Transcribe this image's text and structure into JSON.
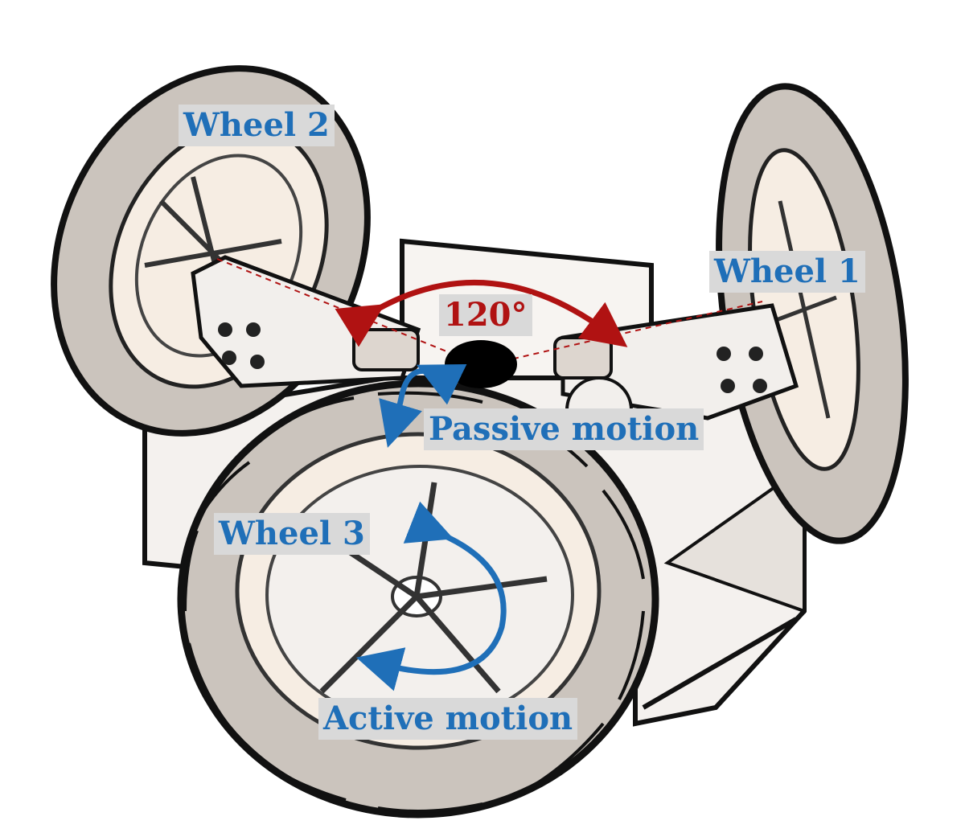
{
  "labels": {
    "wheel1": "Wheel 1",
    "wheel2": "Wheel 2",
    "wheel3": "Wheel 3",
    "angle": "120°",
    "passive": "Passive motion",
    "active": "Active motion"
  },
  "colors": {
    "blue": "#1f6fb8",
    "red": "#b01212",
    "label_bg": "#d9d9d9",
    "outline": "#111111",
    "tread": "#cbc4bd",
    "hub": "#f6ede3"
  }
}
